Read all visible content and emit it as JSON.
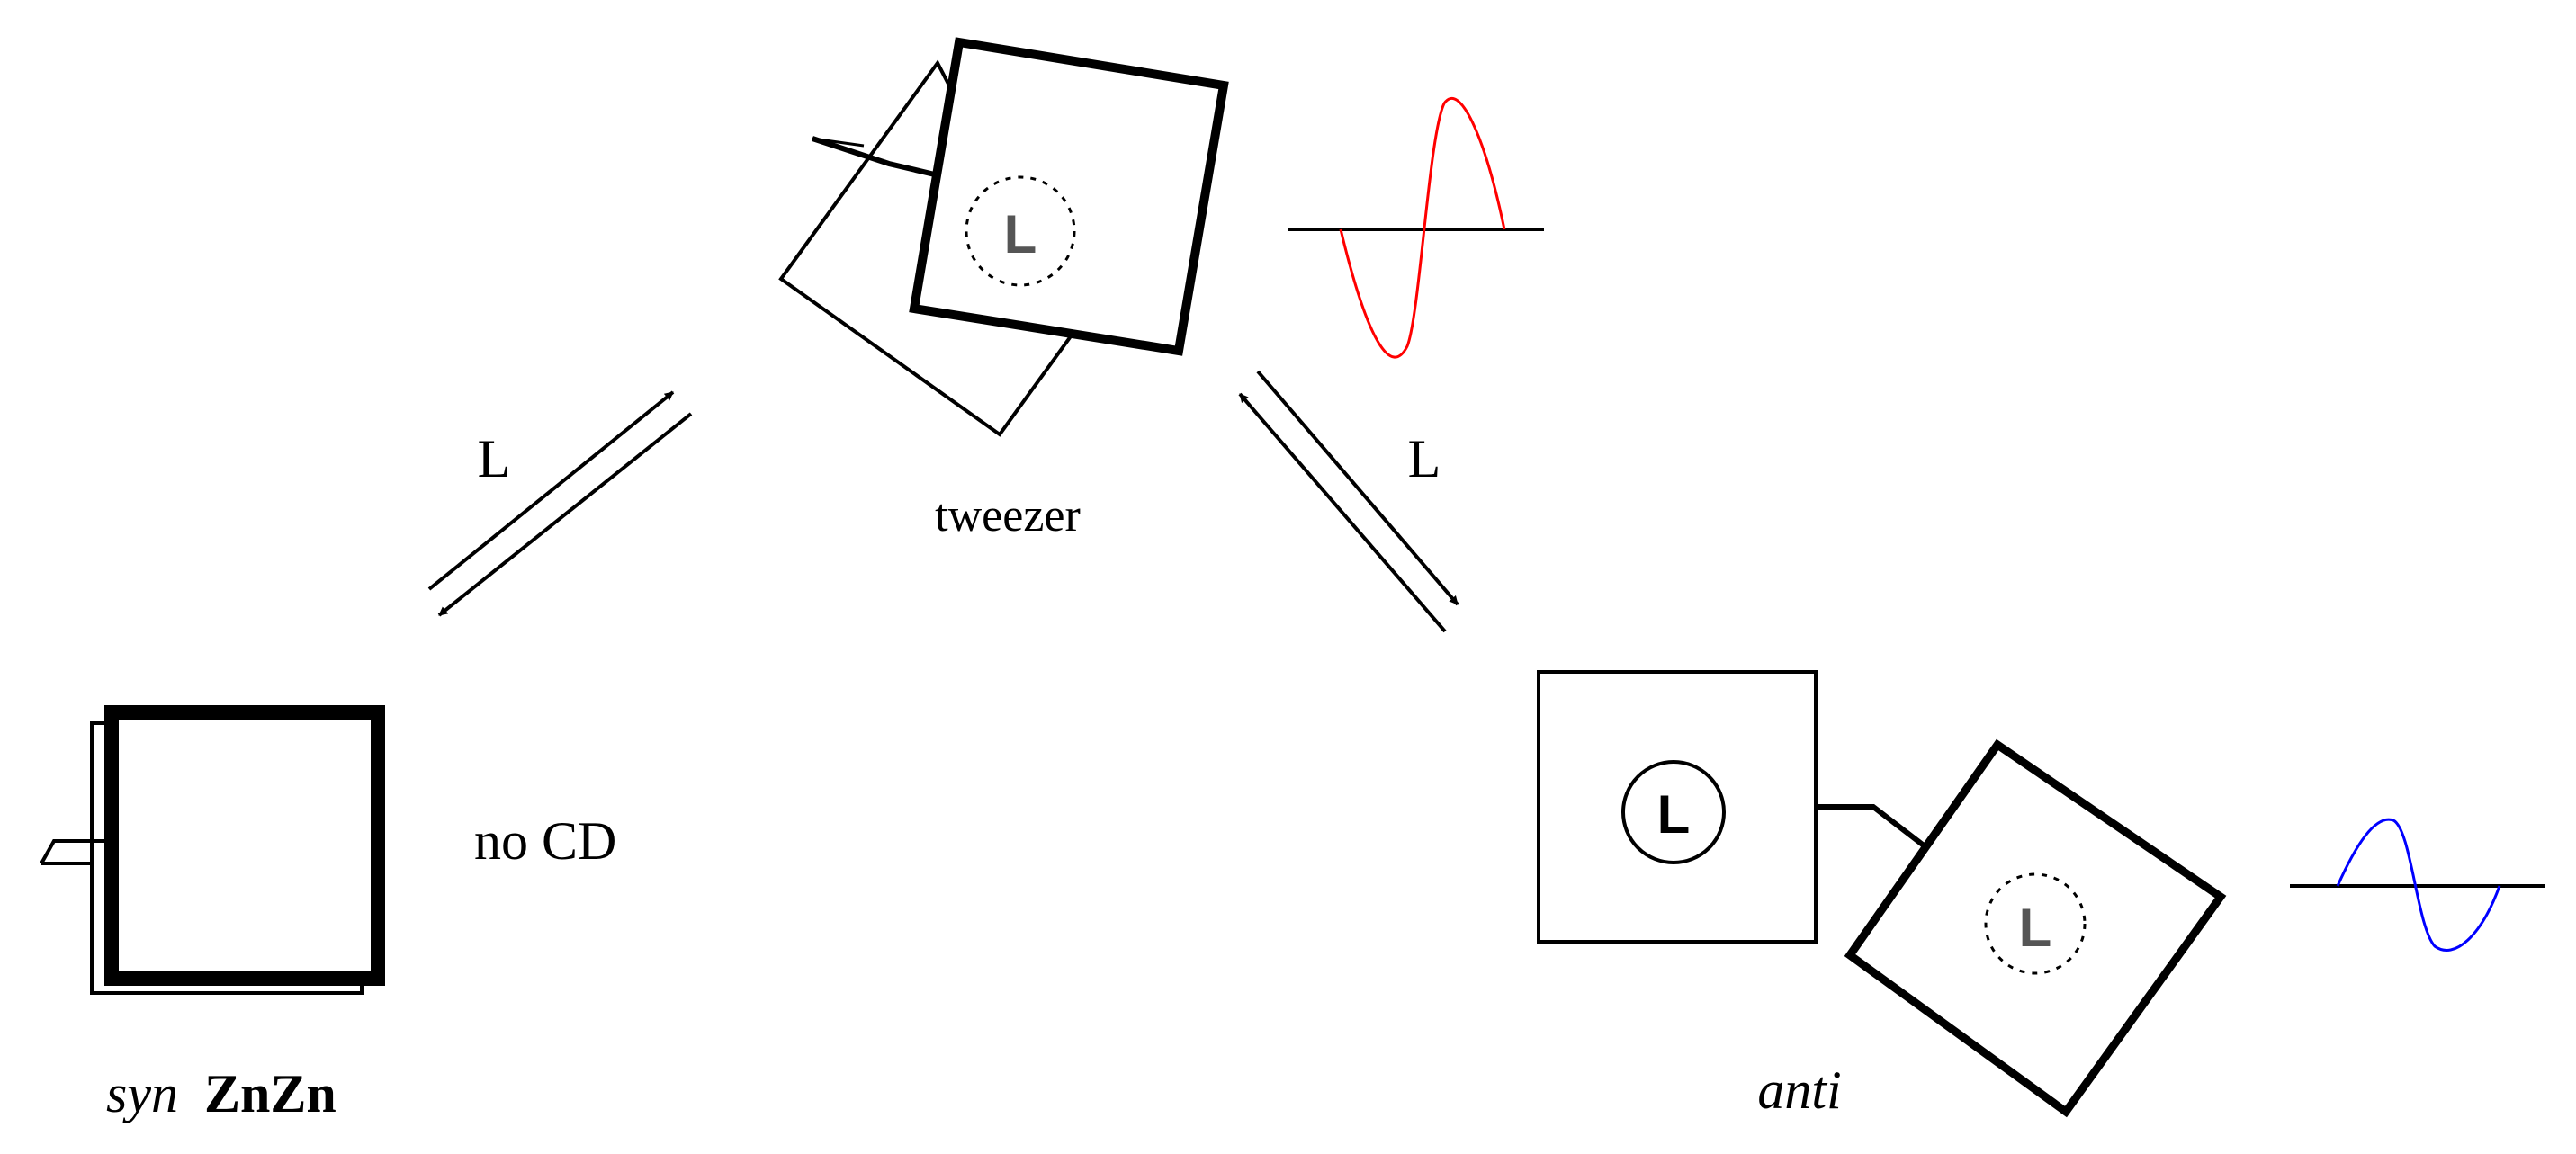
{
  "diagram": {
    "states": {
      "tweezer": {
        "label": "tweezer",
        "cd_color": "#ff0000"
      },
      "syn": {
        "label_prefix": "syn",
        "label_suffix": "ZnZn",
        "note": "no CD"
      },
      "anti": {
        "label": "anti",
        "cd_color": "#0000ff"
      }
    },
    "ligand_symbol": "L",
    "equilibria": {
      "left_ligand": "L",
      "right_ligand": "L"
    }
  }
}
